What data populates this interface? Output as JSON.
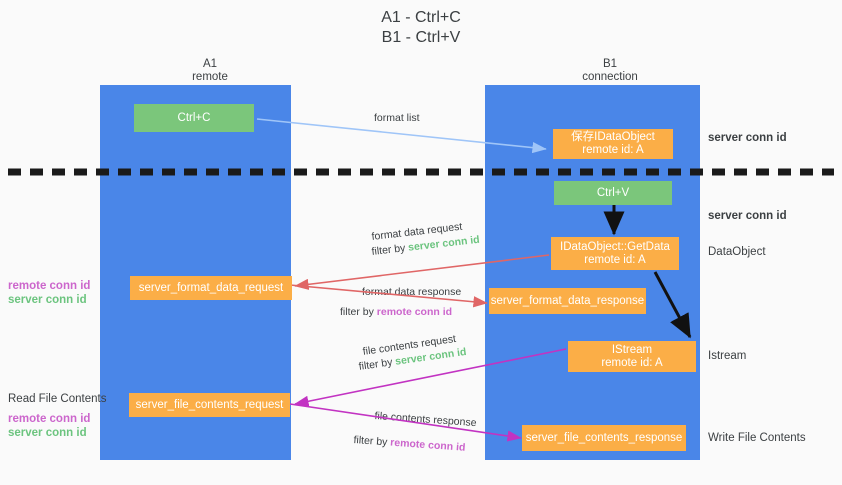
{
  "title": "A1 - Ctrl+C\nB1 - Ctrl+V",
  "columns": [
    {
      "name": "A1",
      "sub": "remote"
    },
    {
      "name": "B1",
      "sub": "connection"
    }
  ],
  "nodes": {
    "ctrl_c": "Ctrl+C",
    "ctrl_v": "Ctrl+V",
    "idataobject_store": "保存IDataObject\nremote id: A",
    "idataobject_getdata": "IDataObject::GetData\nremote id: A",
    "istream": "IStream\nremote id: A",
    "server_format_data_request": "server_format_data_request",
    "server_format_data_response": "server_format_data_response",
    "server_file_contents_request": "server_file_contents_request",
    "server_file_contents_response": "server_file_contents_response"
  },
  "edges": {
    "format_list": "format list",
    "format_data_request": "format data request",
    "format_data_request_filter_prefix": "filter by ",
    "format_data_request_filter_key": "server conn id",
    "format_data_response": "format data response",
    "format_data_response_filter_prefix": "filter by ",
    "format_data_response_filter_key": "remote conn id",
    "file_contents_request": "file contents request",
    "file_contents_request_filter_prefix": "filter by ",
    "file_contents_request_filter_key": "server conn id",
    "file_contents_response": "file contents response",
    "file_contents_response_filter_prefix": "filter by ",
    "file_contents_response_filter_key": "remote conn id"
  },
  "right_labels": {
    "server_conn_id_1": "server conn id",
    "server_conn_id_2": "server conn id",
    "dataobject": "DataObject",
    "istream": "Istream",
    "write_file_contents": "Write File Contents"
  },
  "left_labels": {
    "remote_conn_id_1": "remote conn id",
    "server_conn_id_1": "server conn id",
    "read_file_contents": "Read File Contents",
    "remote_conn_id_2": "remote conn id",
    "server_conn_id_2": "server conn id"
  },
  "colors": {
    "lifeline": "#4a86e8",
    "green_node": "#7bc67b",
    "orange_node": "#fbae47",
    "server_conn_id": "#6cc47f",
    "remote_conn_id": "#cc66cc",
    "arrow_format_list": "#9fc5f8",
    "arrow_format_data": "#e06666",
    "arrow_file_contents": "#c233c2",
    "arrow_black": "#000000",
    "divider": "#1a1a1a"
  }
}
